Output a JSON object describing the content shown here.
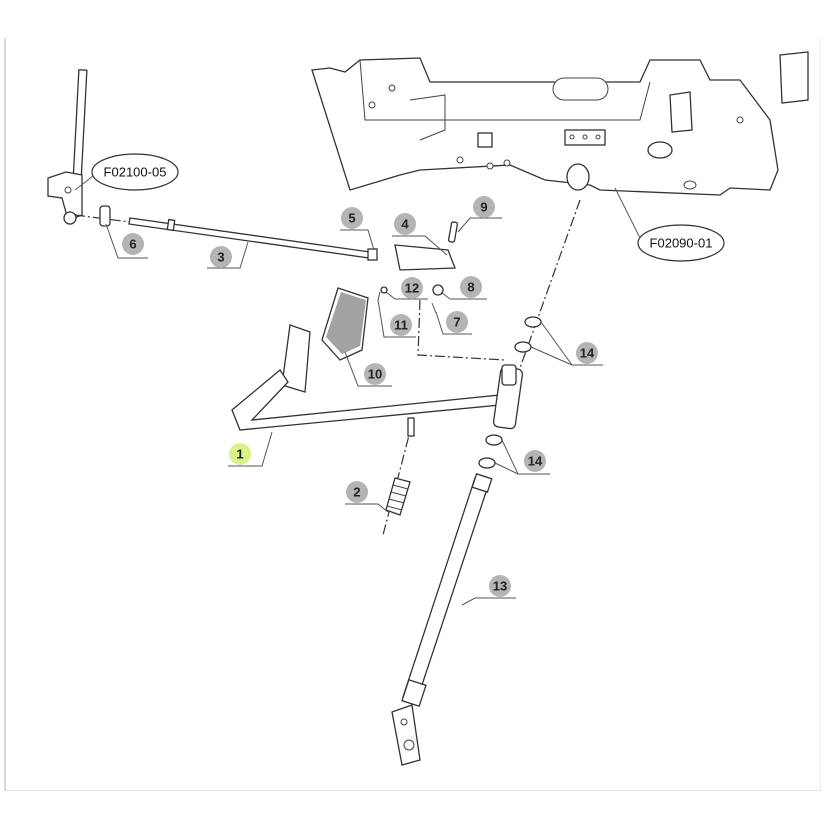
{
  "diagram": {
    "title": "Brake pedal assembly exploded parts diagram",
    "references": [
      {
        "id": "ref-f02100-05",
        "label": "F02100-05"
      },
      {
        "id": "ref-f02090-01",
        "label": "F02090-01"
      }
    ],
    "callouts": [
      {
        "number": "1",
        "highlighted": true,
        "color": "#d9f28a"
      },
      {
        "number": "2"
      },
      {
        "number": "3"
      },
      {
        "number": "4"
      },
      {
        "number": "5"
      },
      {
        "number": "6"
      },
      {
        "number": "7"
      },
      {
        "number": "8"
      },
      {
        "number": "9"
      },
      {
        "number": "10"
      },
      {
        "number": "11"
      },
      {
        "number": "12"
      },
      {
        "number": "13"
      },
      {
        "number": "14"
      },
      {
        "number": "14"
      }
    ],
    "callout_color": "#b4b4b4"
  }
}
